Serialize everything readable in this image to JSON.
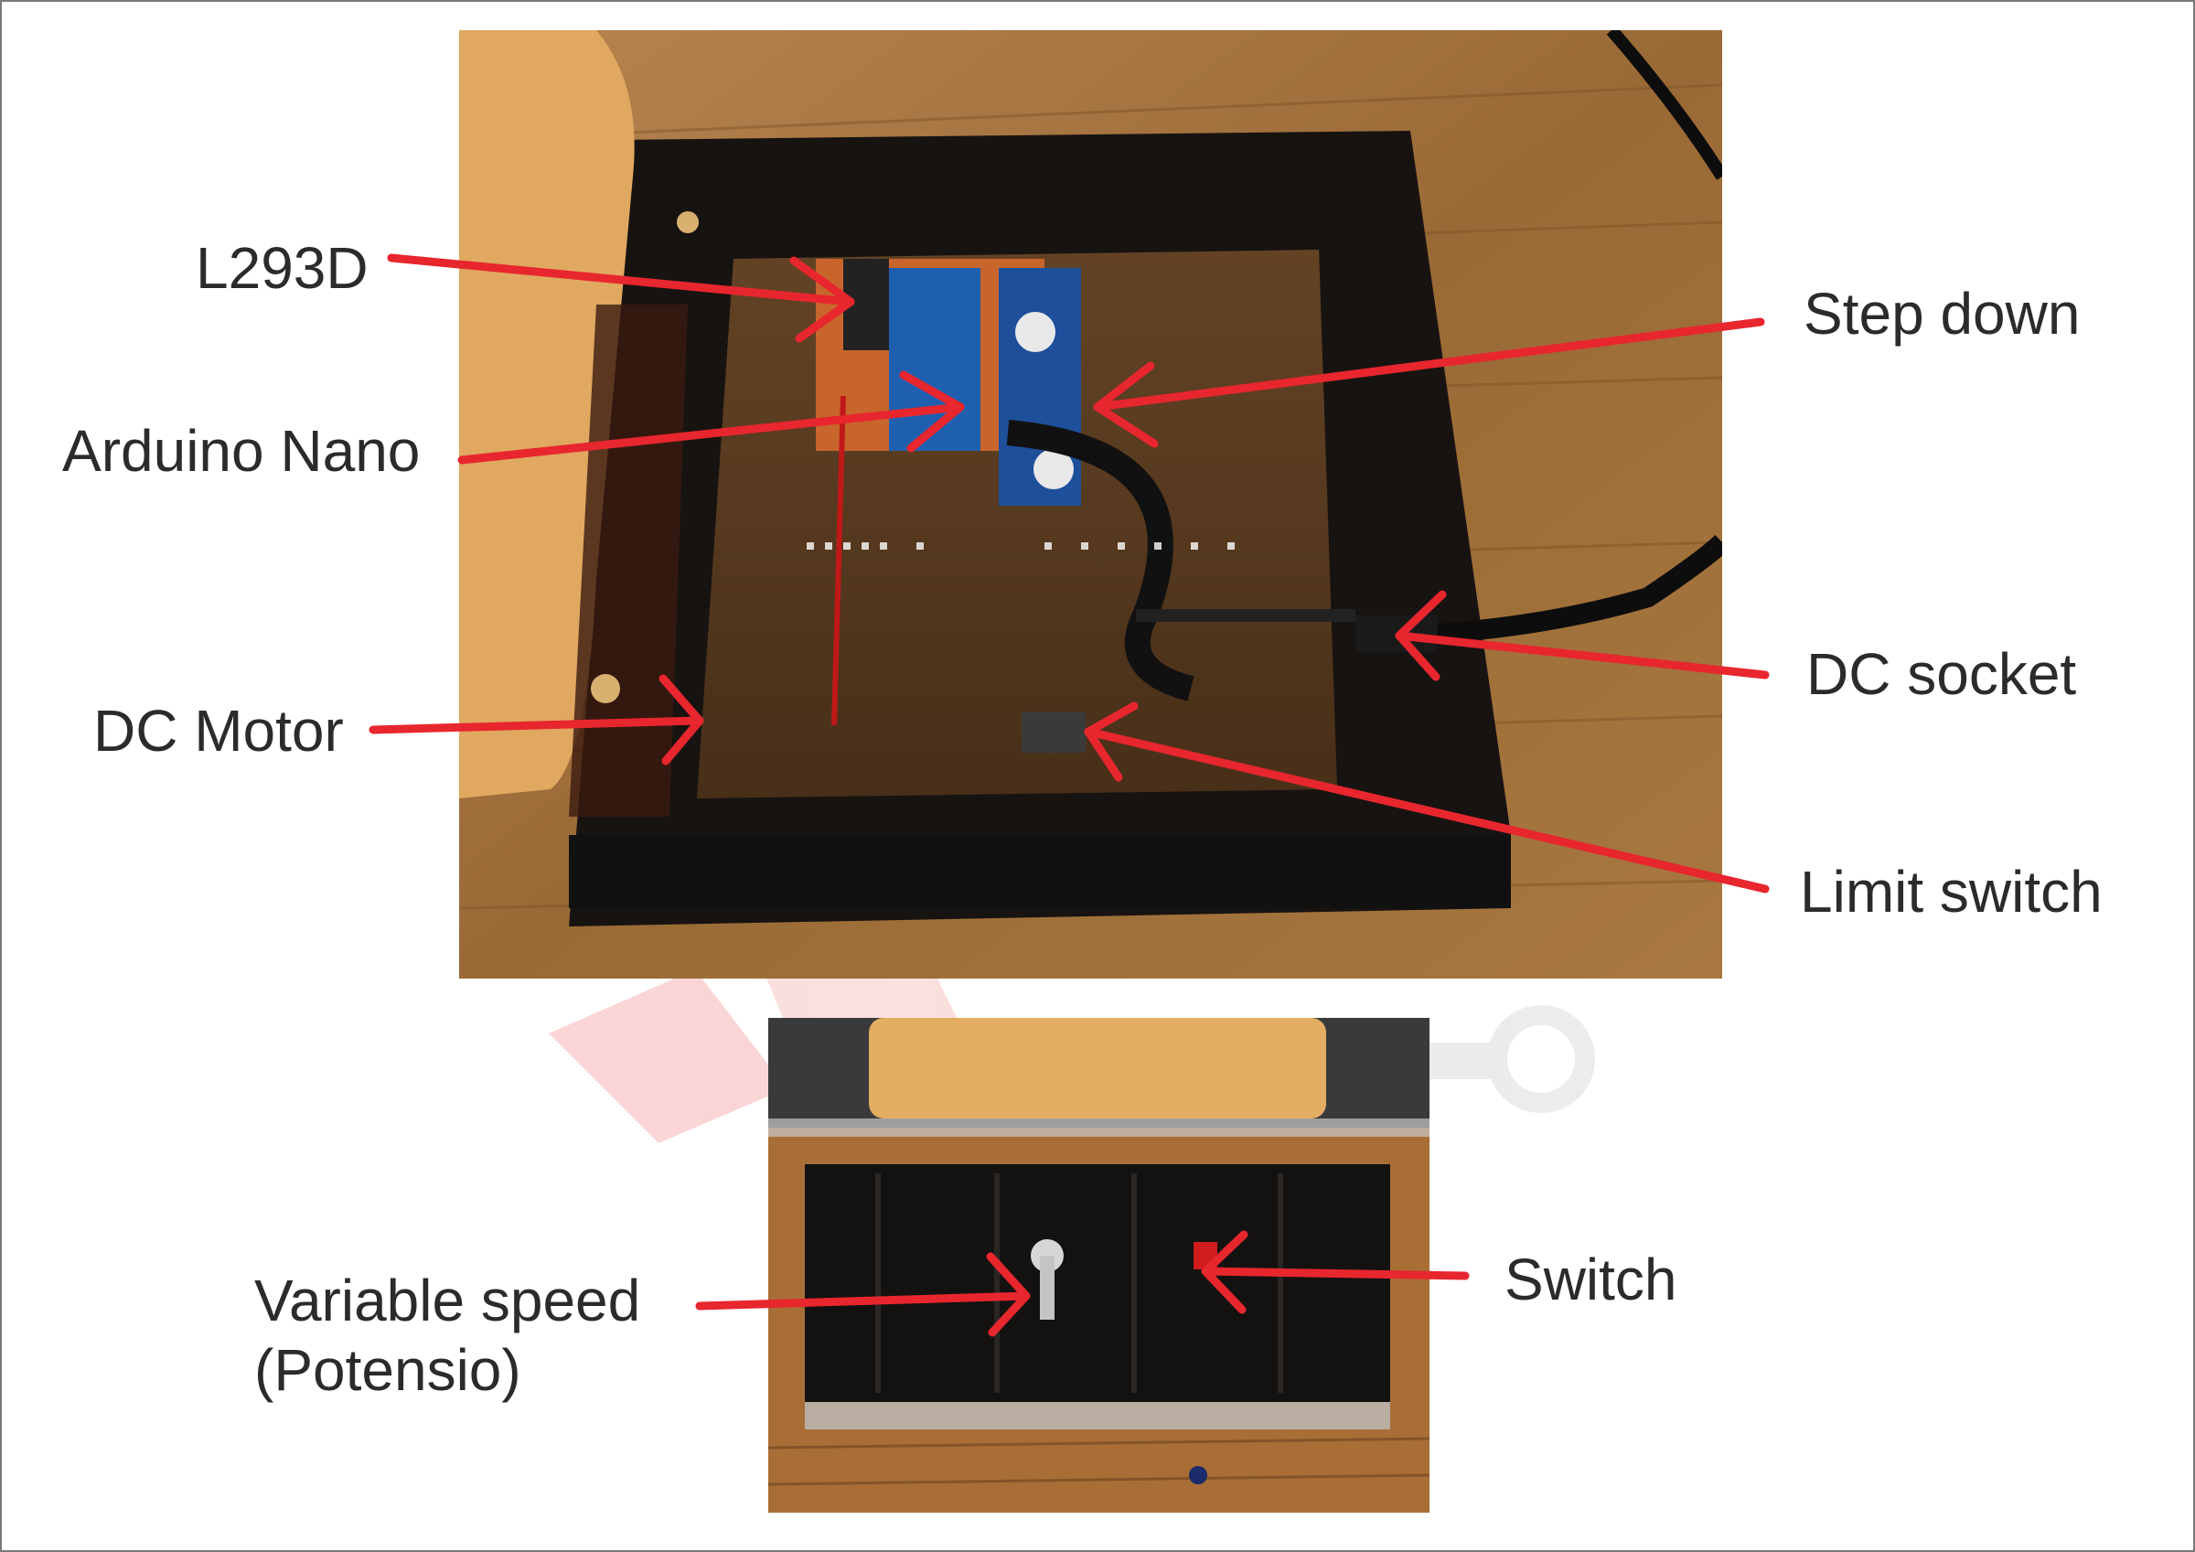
{
  "labels": {
    "l293d": "L293D",
    "arduino_nano": "Arduino Nano",
    "dc_motor": "DC Motor",
    "step_down": "Step down",
    "dc_socket": "DC socket",
    "limit_switch": "Limit switch",
    "variable_speed_line1": "Variable speed",
    "variable_speed_line2": "(Potensio)",
    "switch": "Switch"
  },
  "colors": {
    "arrow": "#e8262e",
    "label_text": "#2b2b2b",
    "wood": "#a8763e",
    "case_black": "#141210",
    "watermark": "#f3c7c7"
  },
  "icons": {
    "watermark": "wrench-gear-watermark"
  }
}
